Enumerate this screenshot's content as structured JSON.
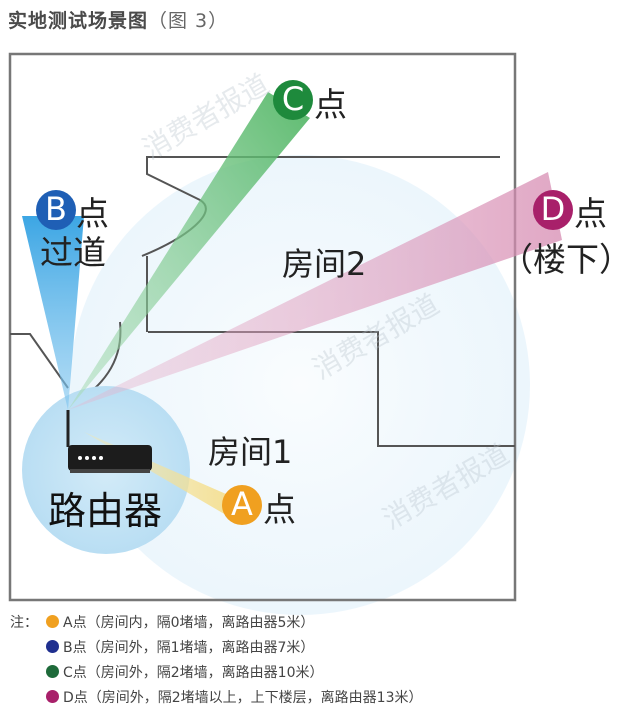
{
  "title": "实地测试场景图",
  "title_suffix": "（图 3）",
  "colors": {
    "point_a": "#f0a020",
    "point_b": "#1f5fb5",
    "point_c": "#1e8a3c",
    "point_d": "#a8206a",
    "beam_b": "#4aaee6",
    "beam_c": "#5cbf6e",
    "beam_d": "#d98bb0",
    "router_range": "#cfe8f7"
  },
  "points": {
    "a": {
      "letter": "A",
      "suffix": "点"
    },
    "b": {
      "letter": "B",
      "suffix": "点",
      "sub": "过道"
    },
    "c": {
      "letter": "C",
      "suffix": "点"
    },
    "d": {
      "letter": "D",
      "suffix": "点",
      "sub": "（楼下）"
    }
  },
  "rooms": {
    "room1": "房间1",
    "room2": "房间2"
  },
  "router_label": "路由器",
  "watermark": "消费者报道",
  "notes": {
    "prefix": "注：",
    "items": [
      {
        "key": "a",
        "text": "A点（房间内，隔0堵墙，离路由器5米）"
      },
      {
        "key": "b",
        "text": "B点（房间外，隔1堵墙，离路由器7米）"
      },
      {
        "key": "c",
        "text": "C点（房间外，隔2堵墙，离路由器10米）"
      },
      {
        "key": "d",
        "text": "D点（房间外，隔2堵墙以上，上下楼层，离路由器13米）"
      }
    ]
  }
}
